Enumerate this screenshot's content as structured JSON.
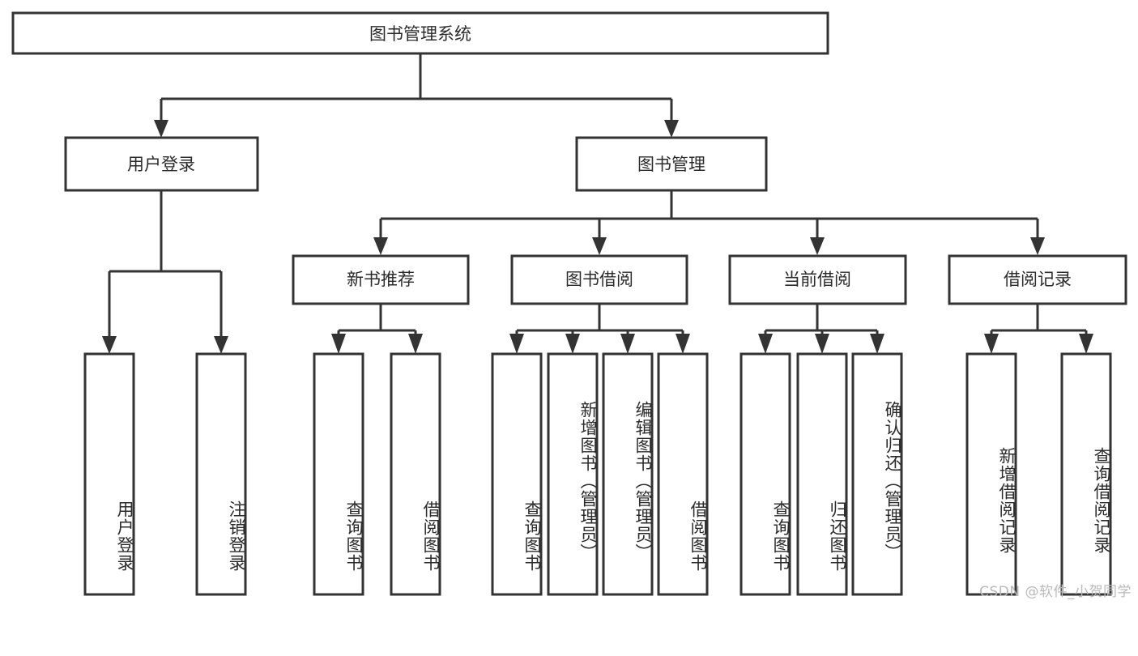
{
  "diagram": {
    "type": "tree-hierarchy-chart",
    "title": "图书管理系统",
    "colors": {
      "stroke": "#333333",
      "box_fill": "#ffffff",
      "text": "#2b2b2b",
      "background": "#ffffff",
      "watermark": "#b9b9b9"
    },
    "root": {
      "label": "图书管理系统"
    },
    "level1": [
      {
        "label": "用户登录"
      },
      {
        "label": "图书管理"
      }
    ],
    "level2": [
      {
        "label": "新书推荐"
      },
      {
        "label": "图书借阅"
      },
      {
        "label": "当前借阅"
      },
      {
        "label": "借阅记录"
      }
    ],
    "leaves": {
      "user_login": [
        {
          "label": "用户登录"
        },
        {
          "label": "注销登录"
        }
      ],
      "new_book_recommend": [
        {
          "label": "查询图书"
        },
        {
          "label": "借阅图书"
        }
      ],
      "book_borrow": [
        {
          "label": "查询图书"
        },
        {
          "label": "新增图书（管理员）"
        },
        {
          "label": "编辑图书（管理员）"
        },
        {
          "label": "借阅图书"
        }
      ],
      "current_borrow": [
        {
          "label": "查询图书"
        },
        {
          "label": "归还图书"
        },
        {
          "label": "确认归还（管理员）"
        }
      ],
      "borrow_record": [
        {
          "label": "新增借阅记录"
        },
        {
          "label": "查询借阅记录"
        }
      ]
    }
  },
  "watermark": {
    "text": "CSDN @软件_小贺同学"
  }
}
